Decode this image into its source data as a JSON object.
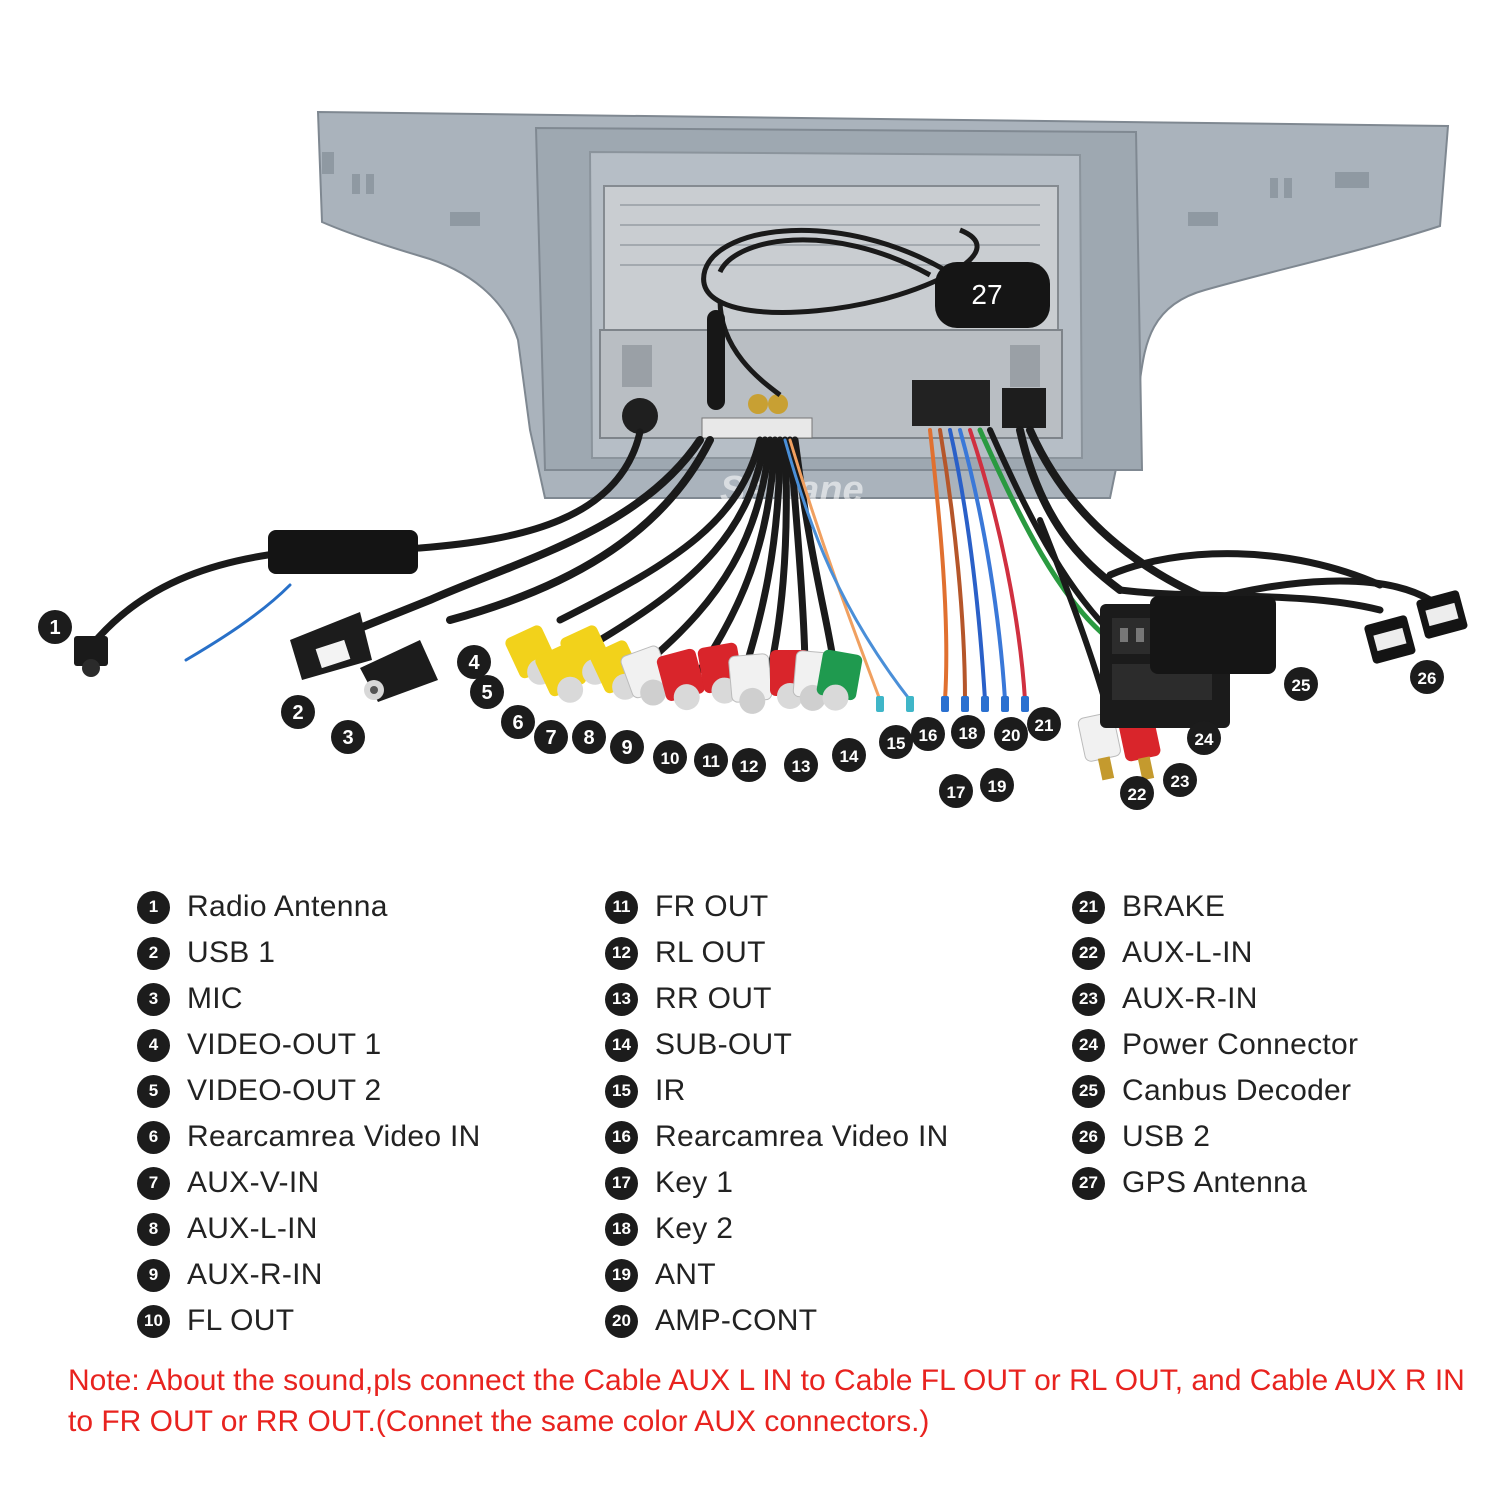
{
  "callout_numbers": [
    "1",
    "2",
    "3",
    "4",
    "5",
    "6",
    "7",
    "8",
    "9",
    "10",
    "11",
    "12",
    "13",
    "14",
    "15",
    "16",
    "17",
    "18",
    "19",
    "20",
    "21",
    "22",
    "23",
    "24",
    "25",
    "26",
    "27"
  ],
  "watermark": "Seicane",
  "legend": {
    "col1": [
      {
        "num": "1",
        "label": "Radio Antenna"
      },
      {
        "num": "2",
        "label": "USB 1"
      },
      {
        "num": "3",
        "label": "MIC"
      },
      {
        "num": "4",
        "label": "VIDEO-OUT 1"
      },
      {
        "num": "5",
        "label": "VIDEO-OUT 2"
      },
      {
        "num": "6",
        "label": "Rearcamrea Video IN"
      },
      {
        "num": "7",
        "label": "AUX-V-IN"
      },
      {
        "num": "8",
        "label": "AUX-L-IN"
      },
      {
        "num": "9",
        "label": "AUX-R-IN"
      },
      {
        "num": "10",
        "label": "FL OUT"
      }
    ],
    "col2": [
      {
        "num": "11",
        "label": "FR OUT"
      },
      {
        "num": "12",
        "label": "RL OUT"
      },
      {
        "num": "13",
        "label": "RR OUT"
      },
      {
        "num": "14",
        "label": "SUB-OUT"
      },
      {
        "num": "15",
        "label": "IR"
      },
      {
        "num": "16",
        "label": "Rearcamrea Video IN"
      },
      {
        "num": "17",
        "label": "Key 1"
      },
      {
        "num": "18",
        "label": "Key 2"
      },
      {
        "num": "19",
        "label": "ANT"
      },
      {
        "num": "20",
        "label": "AMP-CONT"
      }
    ],
    "col3": [
      {
        "num": "21",
        "label": "BRAKE"
      },
      {
        "num": "22",
        "label": "AUX-L-IN"
      },
      {
        "num": "23",
        "label": "AUX-R-IN"
      },
      {
        "num": "24",
        "label": "Power Connector"
      },
      {
        "num": "25",
        "label": "Canbus Decoder"
      },
      {
        "num": "26",
        "label": "USB 2"
      },
      {
        "num": "27",
        "label": "GPS Antenna"
      }
    ]
  },
  "note": "Note: About the sound,pls connect the Cable AUX L IN to Cable FL OUT or RL OUT, and Cable AUX R IN to FR OUT or RR OUT.(Connet the same color AUX connectors.)",
  "colors": {
    "panel": "#a9b2bb",
    "callout_badge": "#1c1c1c",
    "note_text": "#e8231f",
    "rca_yellow": "#f2d21b",
    "rca_red": "#d9252b",
    "rca_white": "#f1f1f1",
    "rca_green": "#1f9a4f"
  }
}
